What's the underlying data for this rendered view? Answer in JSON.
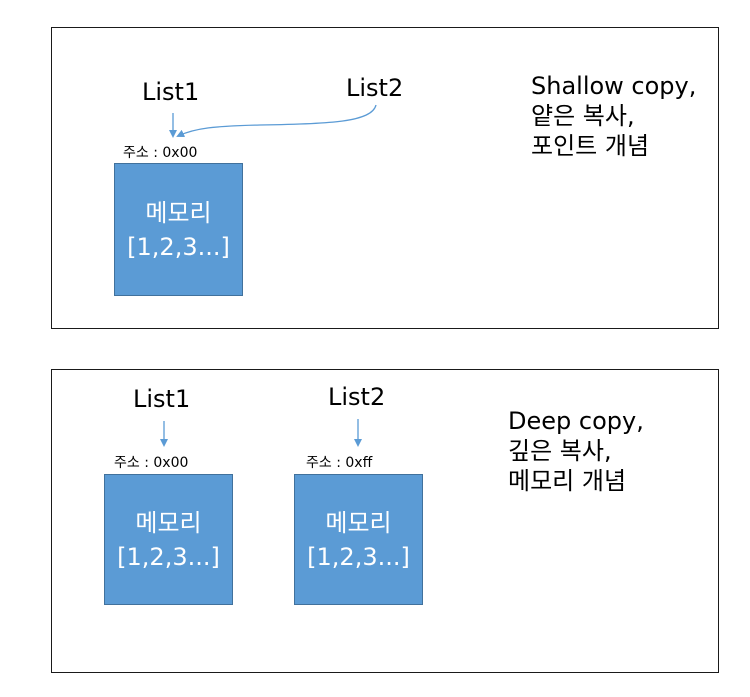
{
  "shallow": {
    "list1": "List1",
    "list2": "List2",
    "address": "주소 : 0x00",
    "memory": {
      "title": "메모리",
      "values": "[1,2,3...]"
    },
    "description": [
      "Shallow copy,",
      "얕은 복사,",
      "포인트 개념"
    ]
  },
  "deep": {
    "list1": "List1",
    "list2": "List2",
    "address1": "주소 : 0x00",
    "address2": "주소 : 0xff",
    "memory1": {
      "title": "메모리",
      "values": "[1,2,3...]"
    },
    "memory2": {
      "title": "메모리",
      "values": "[1,2,3...]"
    },
    "description": [
      "Deep copy,",
      "깊은 복사,",
      "메모리 개념"
    ]
  },
  "colors": {
    "memory_fill": "#5b9bd5",
    "memory_border": "#41719c",
    "arrow": "#5b9bd5",
    "panel_border": "#1a1a1a"
  }
}
